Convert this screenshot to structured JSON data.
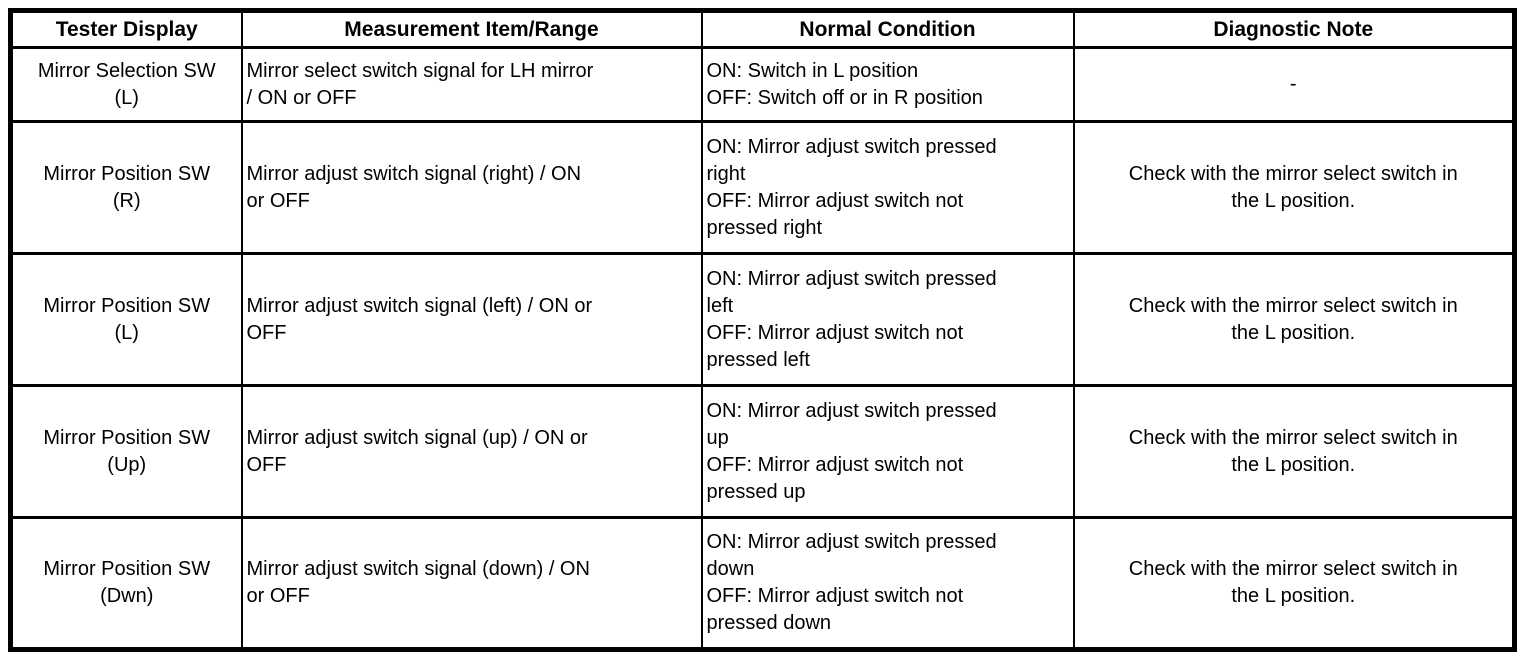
{
  "colors": {
    "border": "#000000",
    "background": "#ffffff",
    "text": "#000000"
  },
  "table": {
    "headers": [
      "Tester Display",
      "Measurement Item/Range",
      "Normal Condition",
      "Diagnostic Note"
    ],
    "rows": [
      {
        "tester_display": "Mirror Selection SW\n(L)",
        "measurement_item_range": "Mirror select switch signal for LH mirror\n/ ON or OFF",
        "normal_condition": "ON: Switch in L position\nOFF: Switch off or in R position",
        "diagnostic_note": "-"
      },
      {
        "tester_display": "Mirror Position SW\n(R)",
        "measurement_item_range": "Mirror adjust switch signal (right) / ON\nor OFF",
        "normal_condition": "ON: Mirror adjust switch pressed\nright\nOFF: Mirror adjust switch not\npressed right",
        "diagnostic_note": "Check with the mirror select switch in\nthe L position."
      },
      {
        "tester_display": "Mirror Position SW\n(L)",
        "measurement_item_range": "Mirror adjust switch signal (left) / ON or\nOFF",
        "normal_condition": "ON: Mirror adjust switch pressed\nleft\nOFF: Mirror adjust switch not\npressed left",
        "diagnostic_note": "Check with the mirror select switch in\nthe L position."
      },
      {
        "tester_display": "Mirror Position SW\n(Up)",
        "measurement_item_range": "Mirror adjust switch signal (up) / ON or\nOFF",
        "normal_condition": "ON: Mirror adjust switch pressed\nup\nOFF: Mirror adjust switch not\npressed up",
        "diagnostic_note": "Check with the mirror select switch in\nthe L position."
      },
      {
        "tester_display": "Mirror Position SW\n(Dwn)",
        "measurement_item_range": "Mirror adjust switch signal (down) / ON\nor OFF",
        "normal_condition": "ON: Mirror adjust switch pressed\ndown\nOFF: Mirror adjust switch not\npressed down",
        "diagnostic_note": "Check with the mirror select switch in\nthe L position."
      }
    ]
  }
}
